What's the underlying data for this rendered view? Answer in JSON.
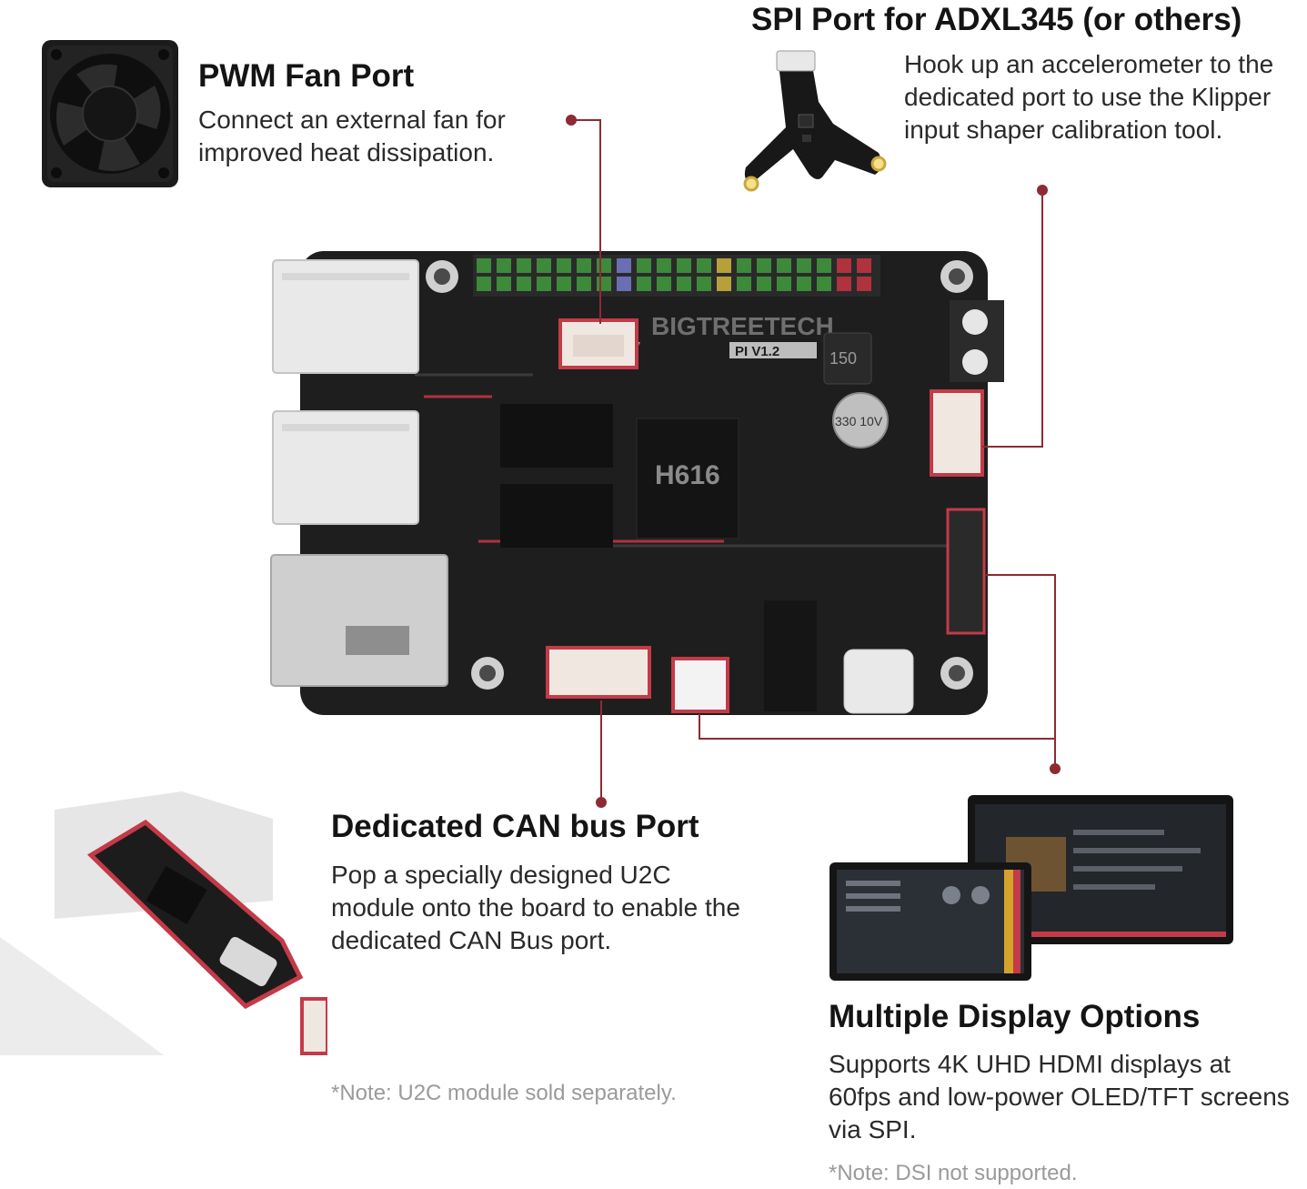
{
  "callouts": {
    "fan": {
      "title": "PWM Fan Port",
      "desc": "Connect an external fan for improved heat dissipation."
    },
    "spi": {
      "title": "SPI Port for ADXL345 (or others)",
      "desc": "Hook up an accelerometer to the dedicated port to use the Klipper input shaper calibration tool."
    },
    "can": {
      "title": "Dedicated CAN bus Port",
      "desc": "Pop a specially designed U2C module onto the board to enable the dedicated CAN Bus port.",
      "note": "*Note: U2C module sold separately."
    },
    "display": {
      "title": "Multiple Display Options",
      "desc": "Supports 4K UHD HDMI displays at 60fps and low-power OLED/TFT screens via SPI.",
      "note": "*Note: DSI not supported."
    }
  },
  "board": {
    "brand": "BIGTREETECH",
    "model": "PI V1.2",
    "chip": "H616",
    "inductor": "150",
    "capacitor": "330 10V"
  },
  "colors": {
    "connector_line": "#8e2a33",
    "board": "#1e1e1e",
    "highlight": "#c43a48"
  }
}
